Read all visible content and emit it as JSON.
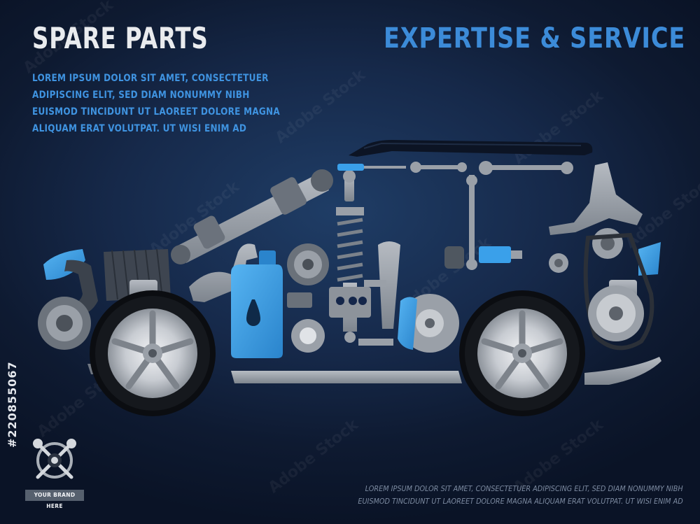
{
  "headline": {
    "left_title": "SPARE PARTS",
    "right_title": "EXPERTISE & SERVICE"
  },
  "body_text": {
    "left_lines": [
      "LOREM IPSUM DOLOR SIT AMET, CONSECTETUER",
      "ADIPISCING ELIT, SED DIAM NONUMMY NIBH",
      "EUISMOD TINCIDUNT UT LAOREET DOLORE MAGNA",
      "ALIQUAM ERAT VOLUTPAT. UT WISI ENIM AD"
    ],
    "right_lines": [
      "LOREM IPSUM DOLOR SIT AMET, CONSECTETUER ADIPISCING ELIT, SED DIAM NONUMMY NIBH",
      "EUISMOD TINCIDUNT UT LAOREET DOLORE MAGNA ALIQUAM ERAT VOLUTPAT. UT WISI ENIM AD"
    ]
  },
  "brand": {
    "badge_text": "YOUR BRAND HERE",
    "logo_icon": "wrench-cross-icon"
  },
  "stock_id": "#220855067",
  "watermark_text": "Adobe Stock",
  "colors": {
    "background": "#14264a",
    "accent_blue": "#3c8bd8",
    "parts_grey": "#9aa0a8",
    "part_blue": "#3aa0ea",
    "title_white": "#e9ebee"
  },
  "illustration": {
    "subject": "car silhouette composed of spare parts",
    "parts": [
      "wheel-icon",
      "shock-absorber-icon",
      "oil-canister-icon",
      "brake-disc-icon",
      "drive-shaft-icon",
      "coil-spring-icon",
      "clutch-disc-icon",
      "timing-belt-icon",
      "control-arm-icon",
      "spark-plug-icon",
      "brake-pad-icon",
      "wrench-icon",
      "screwdriver-icon",
      "gasket-icon",
      "pulley-icon",
      "bearing-icon",
      "stabilizer-link-icon",
      "headlight-icon",
      "taillight-icon",
      "body-panel-icon"
    ]
  }
}
